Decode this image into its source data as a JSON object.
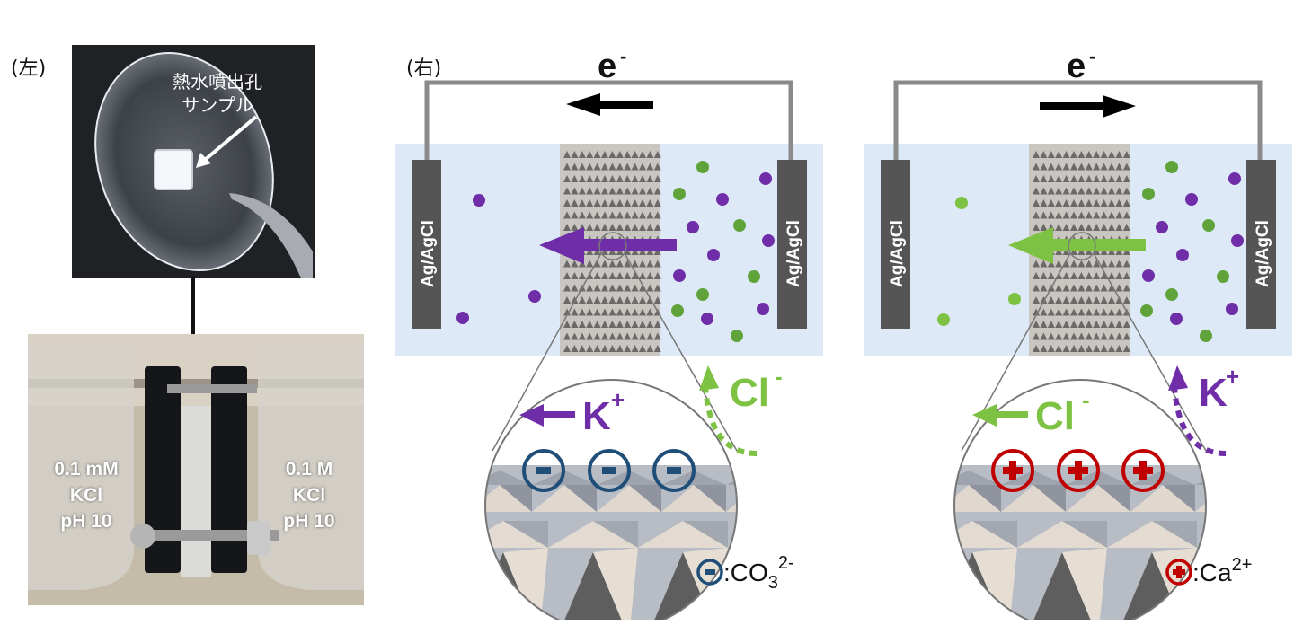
{
  "left_panel": {
    "label": "(左)",
    "sample_label_line1": "熱水噴出孔",
    "sample_label_line2": "サンプル",
    "solution_left": [
      "0.1 mM",
      "KCl",
      "pH 10"
    ],
    "solution_right": [
      "0.1 M",
      "KCl",
      "pH 10"
    ]
  },
  "right_panel": {
    "label": "(右)",
    "diagrams": [
      {
        "electron_label": "e",
        "electron_sup": "-",
        "electron_direction": "left",
        "electrode_left": "Ag/AgCl",
        "electrode_right": "Ag/AgCl",
        "main_flow_color": "#6f2da8",
        "inner_ion": "K",
        "inner_ion_sup": "+",
        "inner_ion_color": "#6f2da8",
        "outer_ion": "Cl",
        "outer_ion_sup": "-",
        "outer_ion_color": "#7dc242",
        "surface_charge": "-",
        "surface_charge_color": "#1f4e79",
        "legend_symbol": "-",
        "legend_text": ":CO",
        "legend_sub": "3",
        "legend_sup": "2-"
      },
      {
        "electron_label": "e",
        "electron_sup": "-",
        "electron_direction": "right",
        "electrode_left": "Ag/AgCl",
        "electrode_right": "Ag/AgCl",
        "main_flow_color": "#7dc242",
        "inner_ion": "Cl",
        "inner_ion_sup": "-",
        "inner_ion_color": "#7dc242",
        "outer_ion": "K",
        "outer_ion_sup": "+",
        "outer_ion_color": "#6f2da8",
        "surface_charge": "+",
        "surface_charge_color": "#c00000",
        "legend_symbol": "+",
        "legend_text": ":Ca",
        "legend_sub": "",
        "legend_sup": "2+"
      }
    ]
  },
  "colors": {
    "solution_bg": "#dde9f6",
    "electrode": "#555555",
    "wire": "#8a8a8a",
    "purple": "#6f2da8",
    "green_dark": "#5fa33a",
    "green_light": "#7dc242",
    "membrane": "#c9c5c0"
  }
}
